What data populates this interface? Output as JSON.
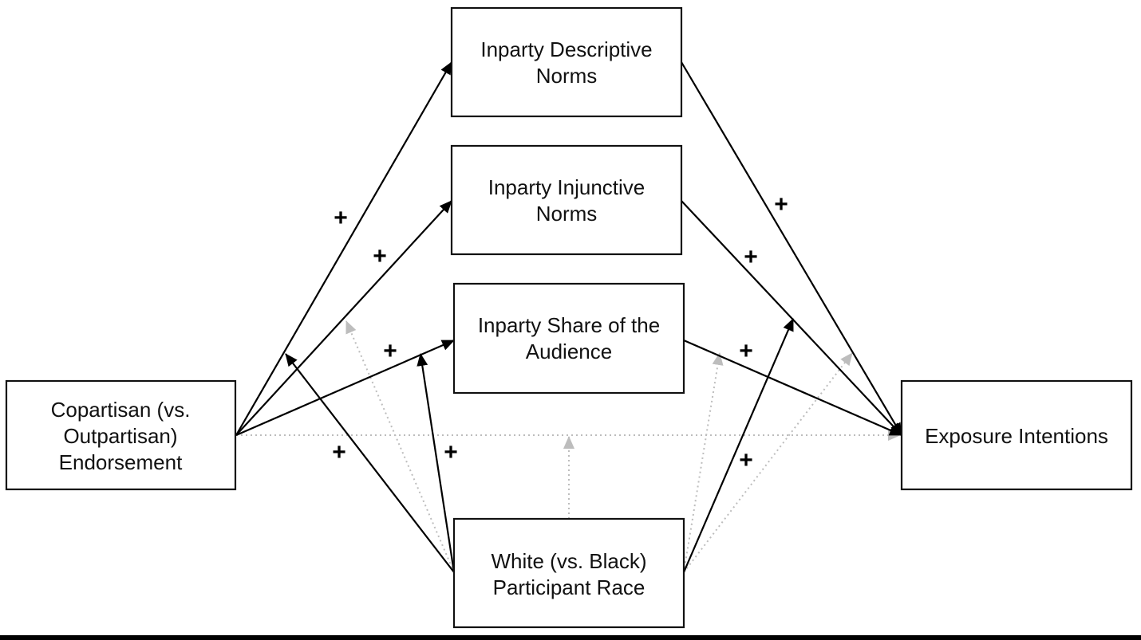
{
  "diagram": {
    "nodes": [
      {
        "id": "endorsement",
        "lines": [
          "Copartisan (vs.",
          "Outpartisan)",
          "Endorsement"
        ]
      },
      {
        "id": "descriptive",
        "lines": [
          "Inparty Descriptive",
          "Norms"
        ]
      },
      {
        "id": "injunctive",
        "lines": [
          "Inparty Injunctive",
          "Norms"
        ]
      },
      {
        "id": "share",
        "lines": [
          "Inparty Share of the",
          "Audience"
        ]
      },
      {
        "id": "exposure",
        "lines": [
          "Exposure Intentions"
        ]
      },
      {
        "id": "race",
        "lines": [
          "White (vs. Black)",
          "Participant Race"
        ]
      }
    ],
    "paths": [
      {
        "from": "endorsement",
        "to": "descriptive",
        "style": "solid",
        "sign": "+"
      },
      {
        "from": "endorsement",
        "to": "injunctive",
        "style": "solid",
        "sign": "+"
      },
      {
        "from": "endorsement",
        "to": "share",
        "style": "solid",
        "sign": "+"
      },
      {
        "from": "descriptive",
        "to": "exposure",
        "style": "solid",
        "sign": "+"
      },
      {
        "from": "injunctive",
        "to": "exposure",
        "style": "solid",
        "sign": "+"
      },
      {
        "from": "share",
        "to": "exposure",
        "style": "solid",
        "sign": "+"
      },
      {
        "from": "endorsement",
        "to": "exposure",
        "style": "dotted",
        "sign": ""
      }
    ],
    "moderations": [
      {
        "from": "race",
        "to_path": "endorsement->descriptive",
        "style": "solid",
        "sign": "+"
      },
      {
        "from": "race",
        "to_path": "endorsement->injunctive",
        "style": "dotted",
        "sign": ""
      },
      {
        "from": "race",
        "to_path": "endorsement->share",
        "style": "solid",
        "sign": "+"
      },
      {
        "from": "race",
        "to_path": "endorsement->exposure",
        "style": "dotted",
        "sign": ""
      },
      {
        "from": "race",
        "to_path": "share->exposure",
        "style": "dotted",
        "sign": ""
      },
      {
        "from": "race",
        "to_path": "injunctive->exposure",
        "style": "solid",
        "sign": "+"
      },
      {
        "from": "race",
        "to_path": "descriptive->exposure",
        "style": "dotted",
        "sign": ""
      }
    ],
    "colors": {
      "solid": "#000000",
      "dotted": "#b8b8b8",
      "box_border": "#111111"
    }
  }
}
